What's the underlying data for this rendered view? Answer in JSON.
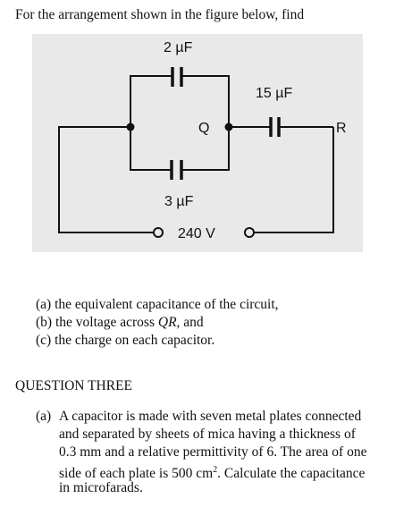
{
  "intro": "For the arrangement shown in the figure below, find",
  "figure": {
    "cap_top": "2 µF",
    "cap_right": "15 µF",
    "cap_bottom": "3 µF",
    "node_q": "Q",
    "node_r": "R",
    "source": "240 V"
  },
  "parts": [
    {
      "label": "(a)",
      "text": "the equivalent capacitance of the circuit,"
    },
    {
      "label": "(b)",
      "text_before": "the voltage across ",
      "text_em": "QR",
      "text_after": ", and"
    },
    {
      "label": "(c)",
      "text": "the charge on each capacitor."
    }
  ],
  "question_three": {
    "heading": "QUESTION THREE",
    "item_label": "(a)",
    "lines": [
      "A capacitor is made with seven metal plates connected",
      "and separated by sheets of mica having a thickness of",
      "0.3 mm and a relative permittivity of 6. The area of one",
      "side of each plate is 500 cm",
      ". Calculate the capacitance",
      "in microfarads."
    ],
    "superscript": "2"
  }
}
